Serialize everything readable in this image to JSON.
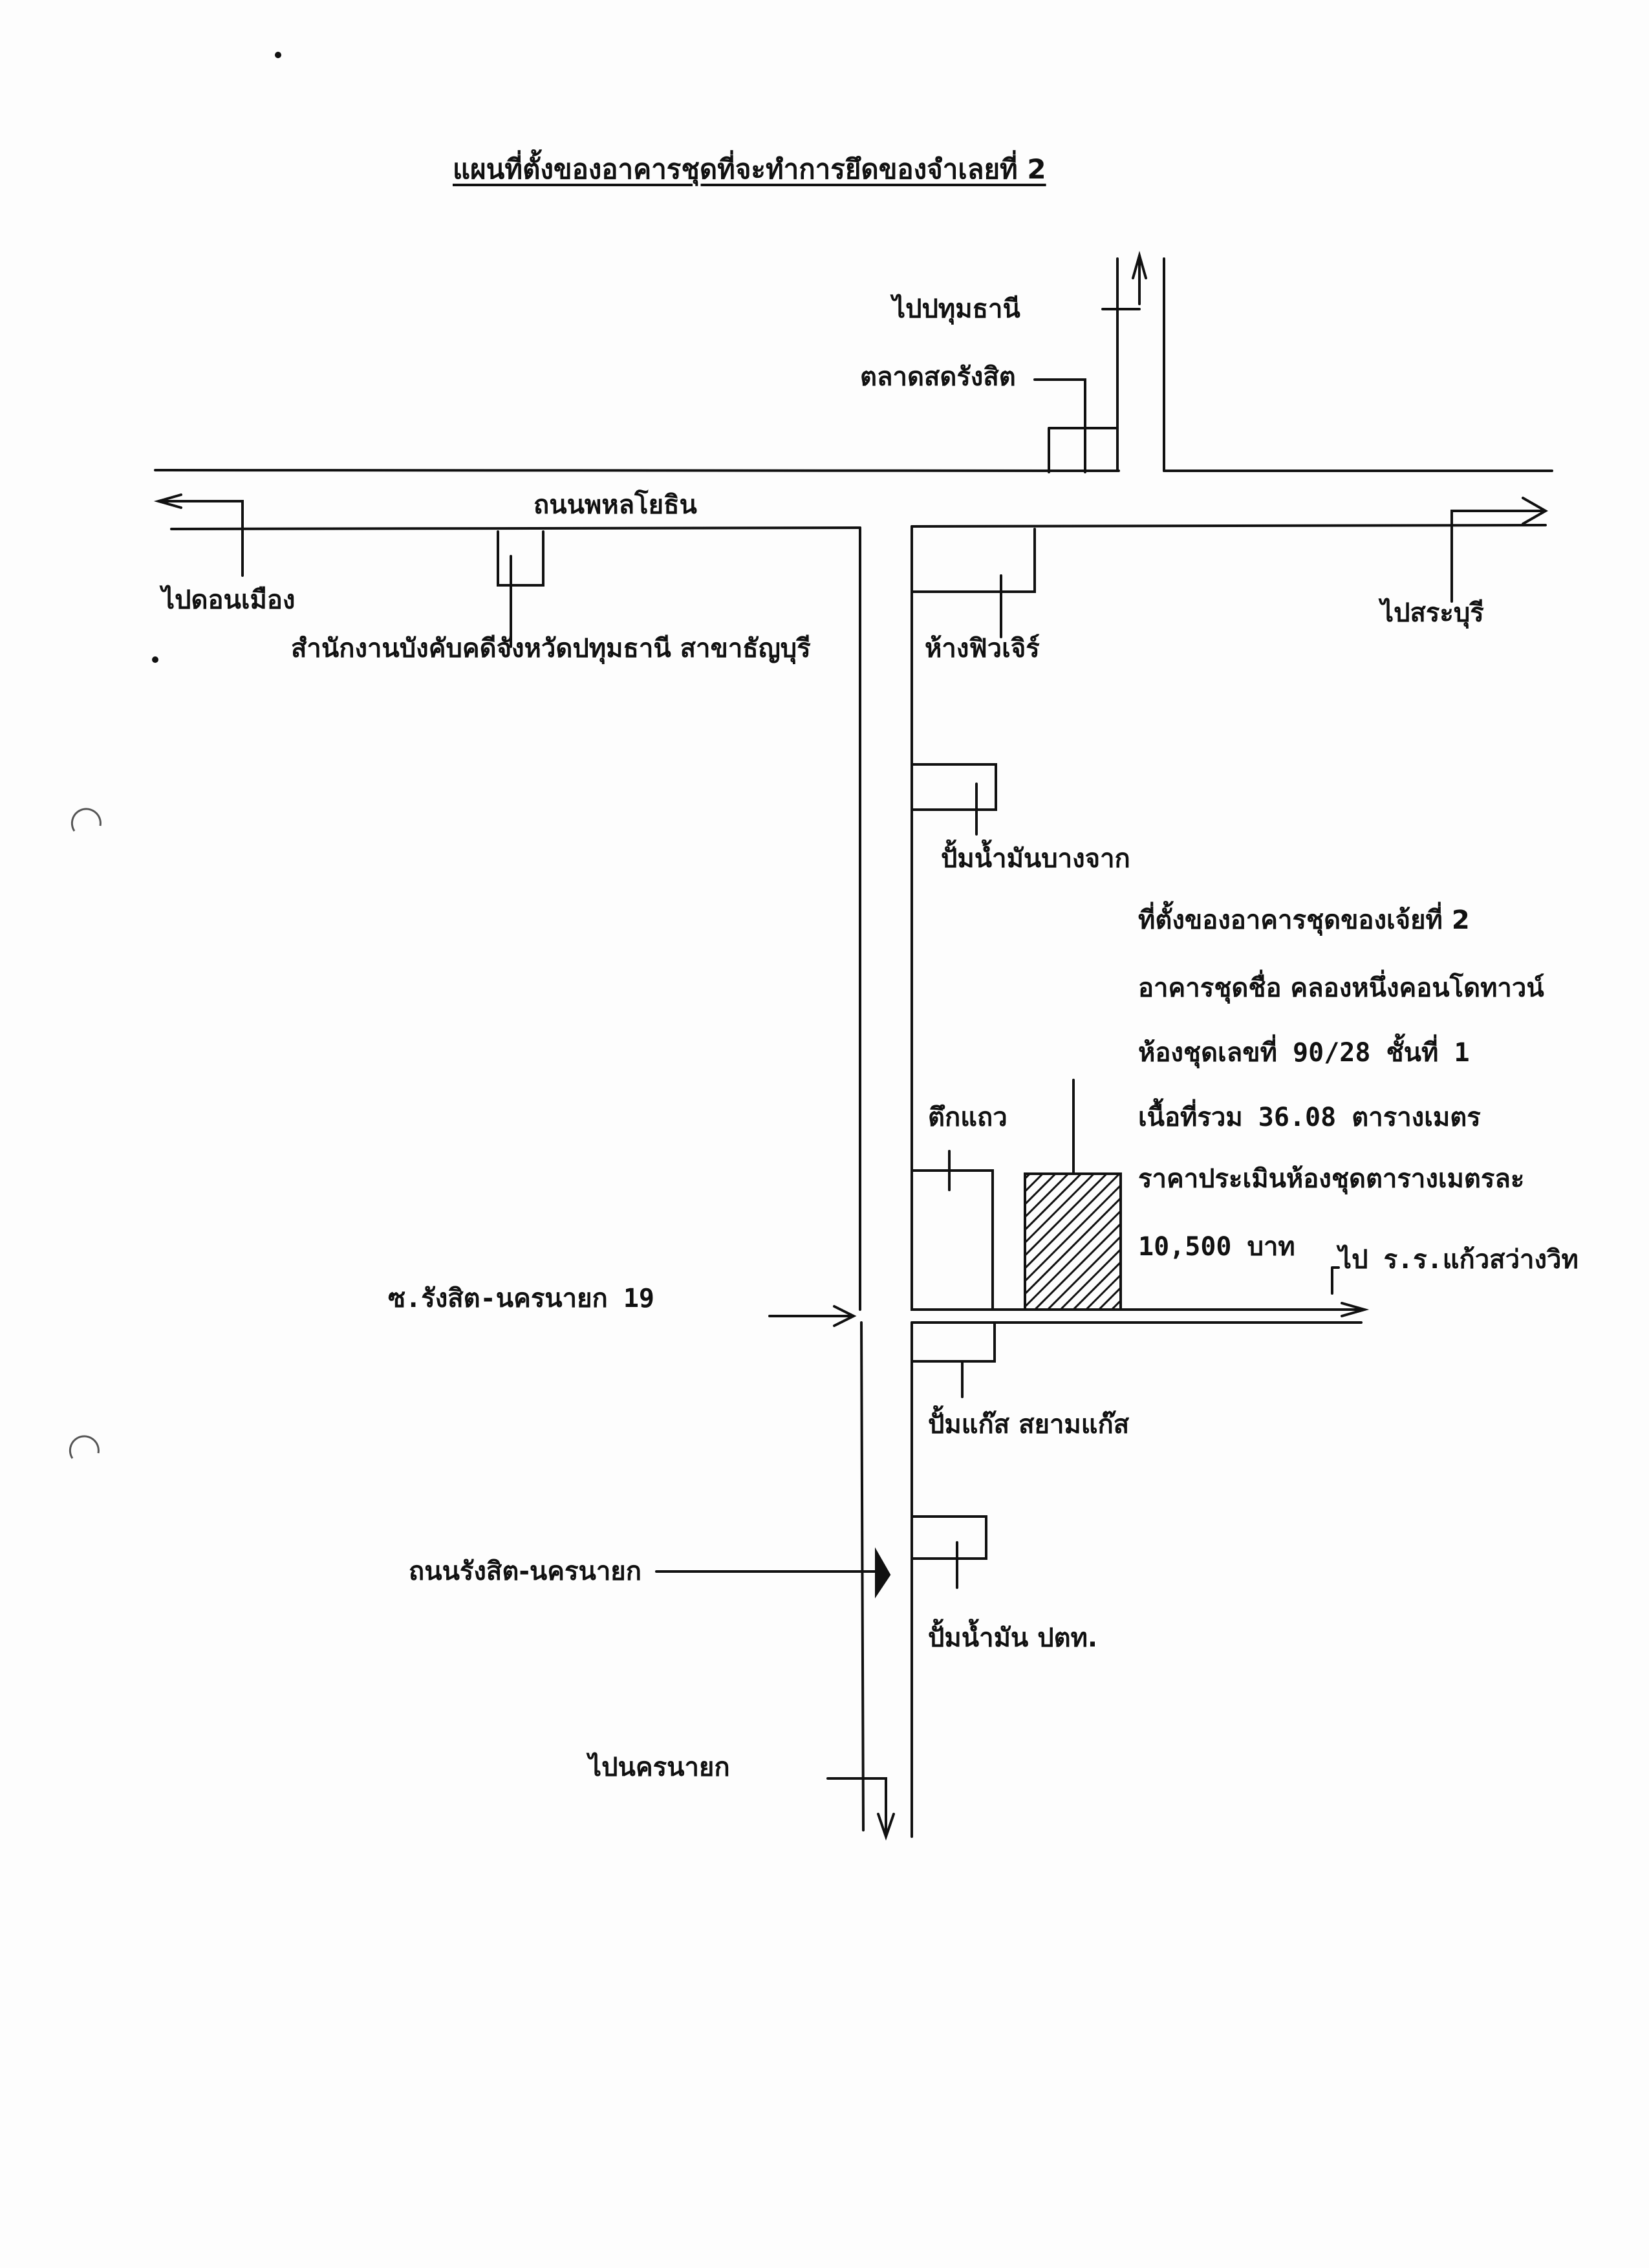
{
  "title": "แผนที่ตั้งของอาคารชุดที่จะทำการยึดของจำเลยที่ 2",
  "labels": {
    "to_pathum_thani": "ไปปทุมธานี",
    "rangsit_market": "ตลาดสดรังสิต",
    "phahonyothin_road": "ถนนพหลโยธิน",
    "to_don_mueang": "ไปดอนเมือง",
    "enforcement_office": "สำนักงานบังคับคดีจังหวัดปทุมธานี สาขาธัญบุรี",
    "future_park_mall": "ห้างฟิวเจิร์",
    "to_saraburi": "ไปสระบุรี",
    "bangchak_station": "ปั้มน้ำมันบางจาก",
    "shophouses": "ตึกแถว",
    "soi_rangsit_nakhon_nayok_19": "ซ.รังสิต-นครนายก 19",
    "to_kaeo_sawang_school": "ไป ร.ร.แก้วสว่างวิท",
    "siam_gas_station": "ปั้มแก๊ส สยามแก๊ส",
    "rangsit_nakhon_nayok_road": "ถนนรังสิต-นครนายก",
    "ptt_station": "ปั้มน้ำมัน ปตท.",
    "to_nakhon_nayok": "ไปนครนายก"
  },
  "property_info": {
    "line1": "ที่ตั้งของอาคารชุดของเจ้ยที่ 2",
    "line2": "อาคารชุดชื่อ คลองหนึ่งคอนโดทาวน์",
    "line3": "ห้องชุดเลขที่ 90/28 ชั้นที่ 1",
    "line4": "เนื้อที่รวม 36.08 ตารางเมตร",
    "line5": "ราคาประเมินห้องชุดตารางเมตรละ",
    "line6": "10,500 บาท"
  },
  "colors": {
    "ink": "#111111",
    "paper": "#fdfdfd"
  }
}
